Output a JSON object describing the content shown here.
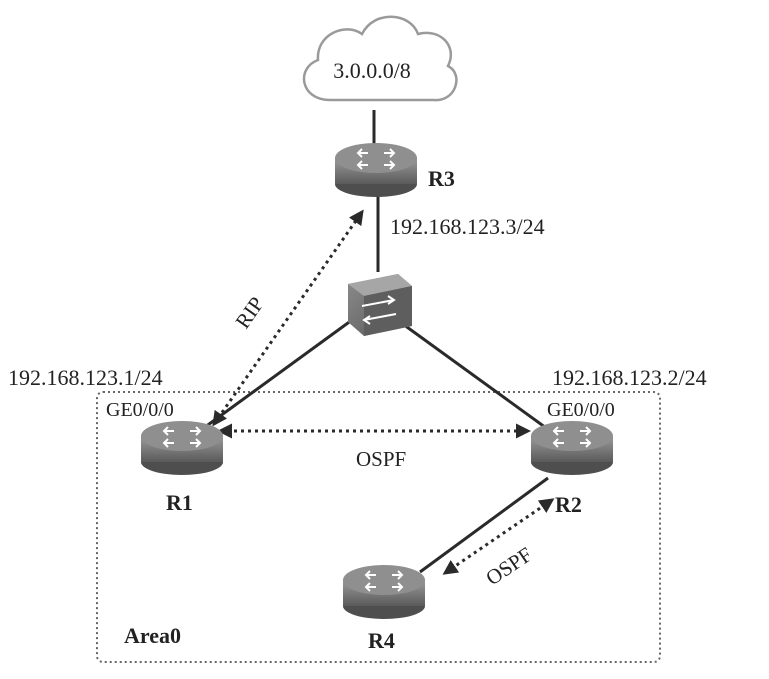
{
  "cloud": {
    "label": "3.0.0.0/8"
  },
  "routers": {
    "r1": {
      "name": "R1",
      "ip": "192.168.123.1/24",
      "port": "GE0/0/0"
    },
    "r2": {
      "name": "R2",
      "ip": "192.168.123.2/24",
      "port": "GE0/0/0"
    },
    "r3": {
      "name": "R3",
      "ip": "192.168.123.3/24"
    },
    "r4": {
      "name": "R4"
    }
  },
  "protocols": {
    "rip": "RIP",
    "ospf_r1_r2": "OSPF",
    "ospf_r2_r4": "OSPF"
  },
  "area": {
    "label": "Area0"
  },
  "colors": {
    "router_body": "#6e6e6e",
    "router_top": "#8c8c8c",
    "cloud_stroke": "#9a9a9a",
    "link": "#2a2a2a",
    "area_border": "#666666"
  }
}
